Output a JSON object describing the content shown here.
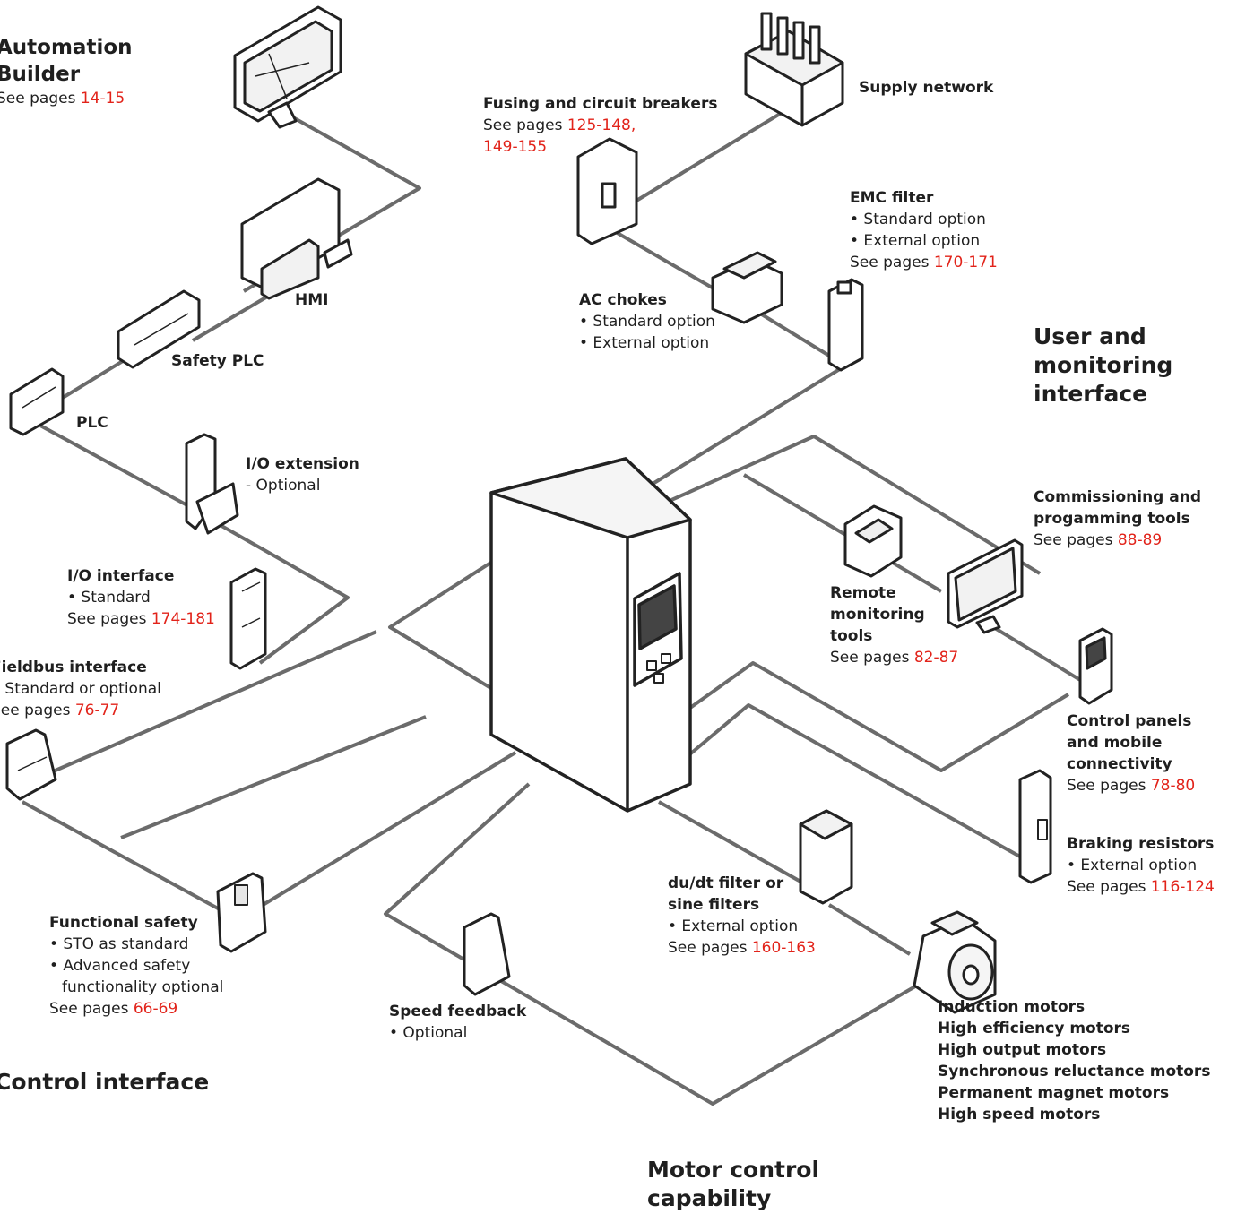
{
  "accent": "#e2231a",
  "sections": {
    "user": [
      "User and",
      "monitoring",
      "interface"
    ],
    "control": "Control interface",
    "motor": [
      "Motor control",
      "capability"
    ]
  },
  "components": {
    "automation_builder": {
      "title": [
        "Automation",
        "Builder"
      ],
      "pages_prefix": "See pages ",
      "pages": "14-15"
    },
    "supply_network": {
      "title": "Supply network"
    },
    "fusing": {
      "title": "Fusing and circuit breakers",
      "pages_prefix": "See pages ",
      "pages": [
        "125-148,",
        "149-155"
      ]
    },
    "emc_filter": {
      "title": "EMC filter",
      "items": [
        "• Standard option",
        "• External option"
      ],
      "pages_prefix": "See pages ",
      "pages": "170-171"
    },
    "ac_chokes": {
      "title": "AC chokes",
      "items": [
        "• Standard option",
        "• External option"
      ]
    },
    "hmi": {
      "title": "HMI"
    },
    "safety_plc": {
      "title": "Safety PLC"
    },
    "plc": {
      "title": "PLC"
    },
    "io_extension": {
      "title": "I/O extension",
      "items": [
        "- Optional"
      ]
    },
    "io_interface": {
      "title": "I/O interface",
      "items": [
        "• Standard"
      ],
      "pages_prefix": "See pages ",
      "pages": "174-181"
    },
    "fieldbus": {
      "title": "Fieldbus interface",
      "items": [
        "• Standard or optional"
      ],
      "pages_prefix": "See pages ",
      "pages": "76-77"
    },
    "commissioning": {
      "title": [
        "Commissioning and",
        "progamming tools"
      ],
      "pages_prefix": "See pages ",
      "pages": "88-89"
    },
    "remote_monitoring": {
      "title": [
        "Remote",
        "monitoring",
        "tools"
      ],
      "pages_prefix": "See pages ",
      "pages": "82-87"
    },
    "control_panels": {
      "title": [
        "Control panels",
        "and mobile",
        "connectivity"
      ],
      "pages_prefix": "See pages ",
      "pages": "78-80"
    },
    "braking_resistors": {
      "title": "Braking resistors",
      "items": [
        "• External option"
      ],
      "pages_prefix": "See pages ",
      "pages": "116-124"
    },
    "dudt_filter": {
      "title": [
        "du/dt filter or",
        "sine filters"
      ],
      "items": [
        "• External option"
      ],
      "pages_prefix": "See pages ",
      "pages": "160-163"
    },
    "functional_safety": {
      "title": "Functional safety",
      "items": [
        "• STO as standard",
        "• Advanced safety",
        "functionality optional"
      ],
      "pages_prefix": "See pages ",
      "pages": "66-69"
    },
    "speed_feedback": {
      "title": "Speed feedback",
      "items": [
        "• Optional"
      ]
    },
    "motors": {
      "titles": [
        "Induction motors",
        "High efficiency motors",
        "High output motors",
        "Synchronous reluctance motors",
        "Permanent magnet motors",
        "High speed motors"
      ]
    }
  }
}
